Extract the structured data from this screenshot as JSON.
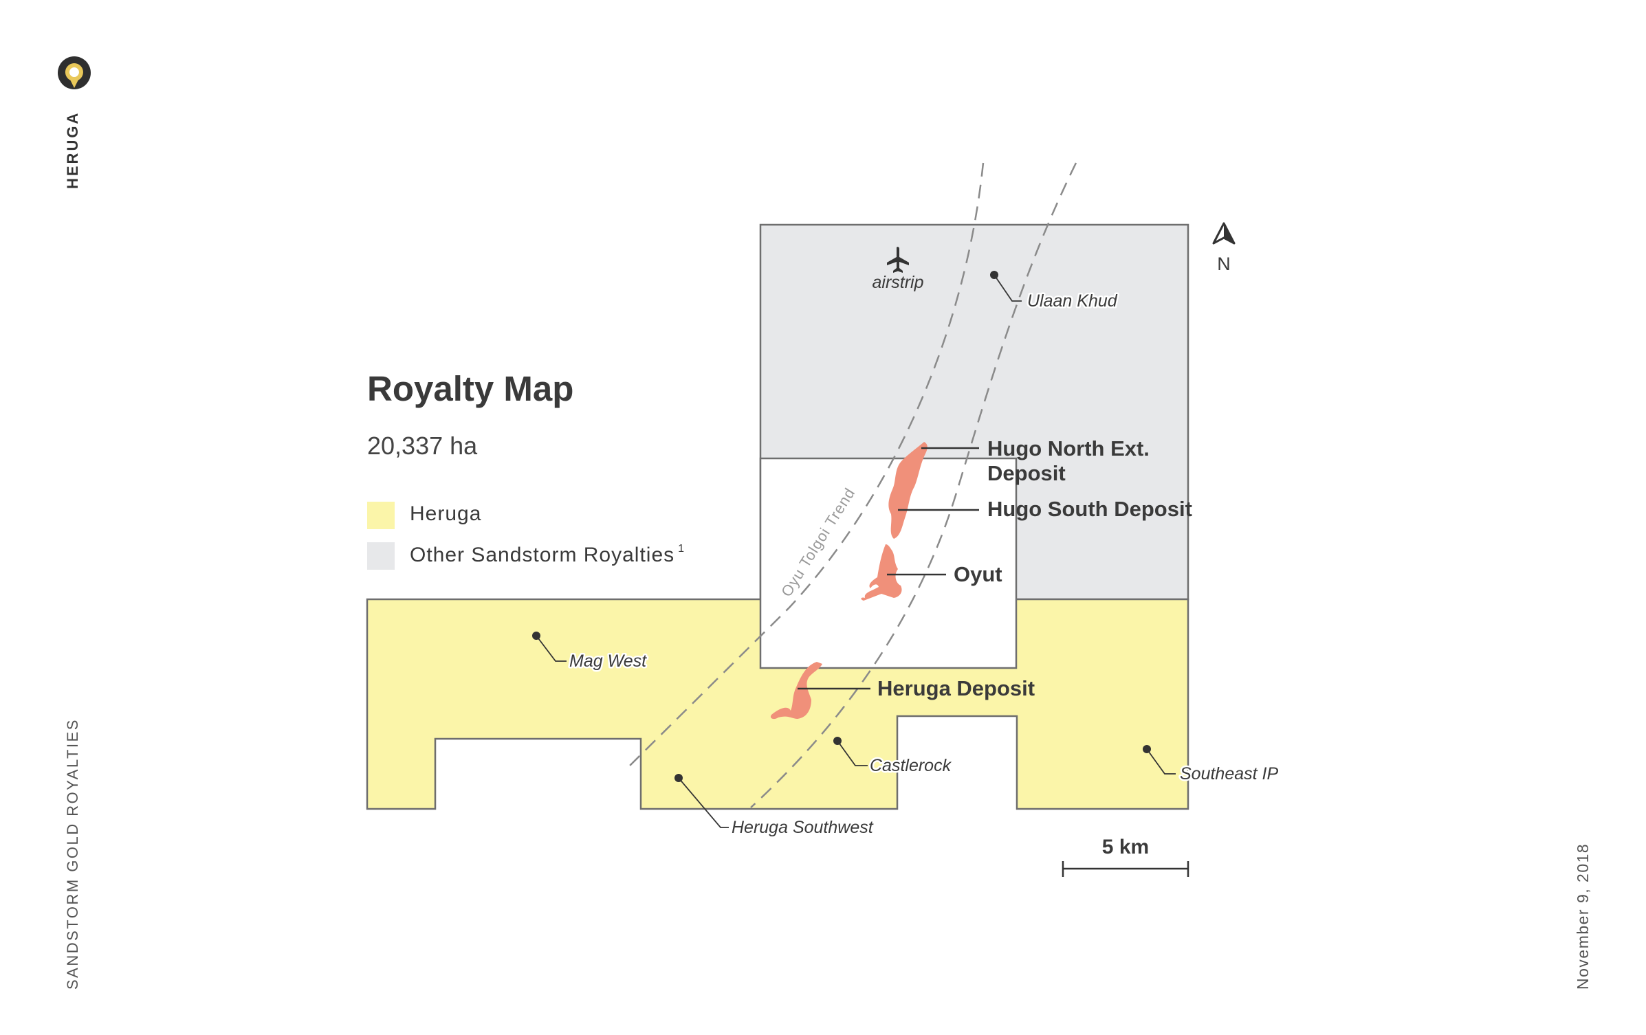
{
  "sidebar": {
    "brand": "HERUGA",
    "company": "SANDSTORM GOLD ROYALTIES",
    "date": "November 9, 2018"
  },
  "map": {
    "title": "Royalty Map",
    "area": "20,337 ha",
    "legend": [
      {
        "label": "Heruga",
        "color": "#fbf5a9"
      },
      {
        "label": "Other Sandstorm Royalties",
        "superscript": "1",
        "color": "#e7e8ea"
      }
    ],
    "deposits": {
      "hugo_north_line1": "Hugo North Ext.",
      "hugo_north_line2": "Deposit",
      "hugo_south": "Hugo South Deposit",
      "oyut": "Oyut",
      "heruga": "Heruga Deposit"
    },
    "places": {
      "airstrip": "airstrip",
      "ulaan_khud": "Ulaan Khud",
      "mag_west": "Mag West",
      "castlerock": "Castlerock",
      "heruga_southwest": "Heruga Southwest",
      "southeast_ip": "Southeast IP"
    },
    "trend": "Oyu Tolgoi Trend",
    "north": "N",
    "scale": "5 km",
    "colors": {
      "heruga": "#fbf5a9",
      "other": "#e7e8ea",
      "deposit": "#f0907a",
      "outline": "#6e6e6e",
      "brand_gold": "#e9c85a"
    },
    "icons": [
      "brand-logo-icon",
      "airplane-icon",
      "north-arrow-icon"
    ]
  }
}
